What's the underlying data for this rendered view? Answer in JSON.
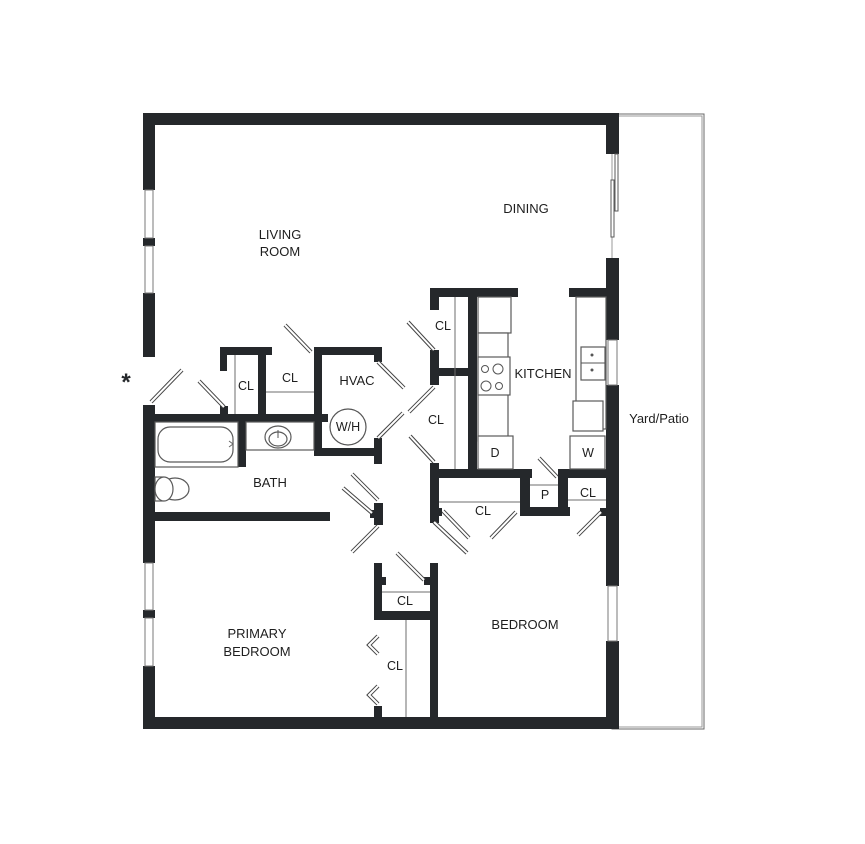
{
  "floorplan": {
    "rooms": {
      "living_room": {
        "line1": "LIVING",
        "line2": "ROOM"
      },
      "dining": "DINING",
      "kitchen": "KITCHEN",
      "bath": "BATH",
      "hvac": "HVAC",
      "water_heater": "W/H",
      "primary_bedroom": {
        "line1": "PRIMARY",
        "line2": "BEDROOM"
      },
      "bedroom": "BEDROOM",
      "yard_patio": "Yard/Patio"
    },
    "closets": {
      "hall_closet_1": "CL",
      "hall_closet_2": "CL",
      "kitchen_closet_top": "CL",
      "kitchen_closet_mid": "CL",
      "bedroom_closet_left": "CL",
      "bedroom_closet_right": "CL",
      "pantry": "P",
      "primary_closet_small": "CL",
      "primary_closet_walkin": "CL"
    },
    "appliances": {
      "dishwasher": "D",
      "washer": "W"
    },
    "entry_marker": "*",
    "colors": {
      "wall": "#25282b",
      "background": "#ffffff",
      "fixture_line": "#5a5a5a"
    }
  }
}
